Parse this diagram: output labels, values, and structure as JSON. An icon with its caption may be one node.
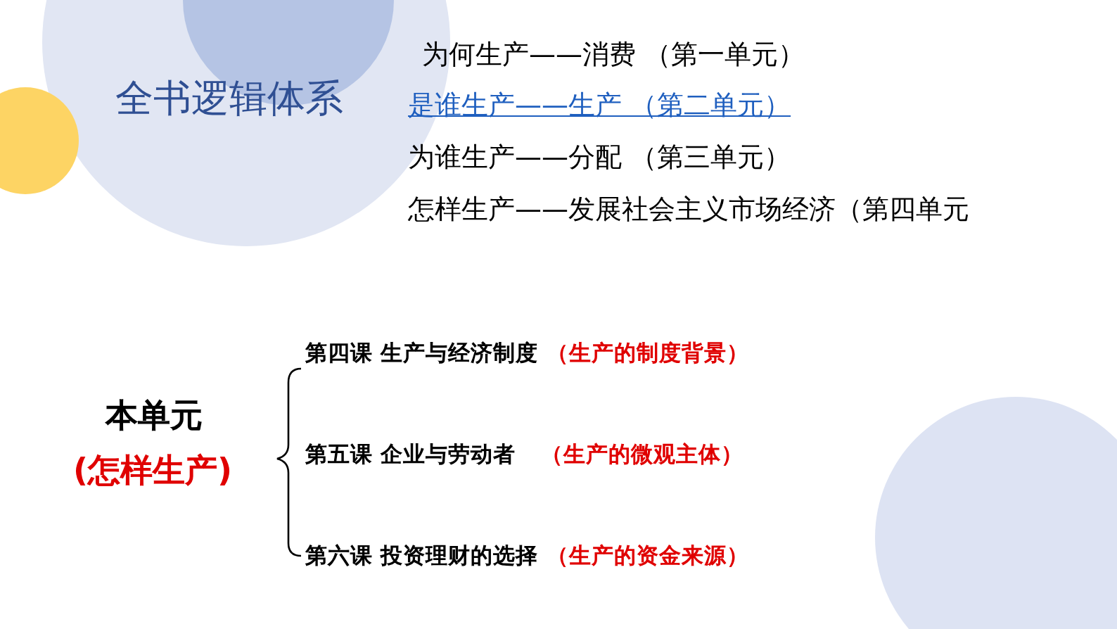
{
  "diagram": {
    "title": "全书逻辑体系",
    "labels": [
      "为何生产——消费 （第一单元）",
      "是谁生产——生产 （第二单元）",
      "为谁生产——分配 （第三单元）",
      "怎样生产——发展社会主义市场经济（第四单元",
      "本单元",
      "(怎样生产)",
      "第四课 生产与经济制度",
      "（生产的制度背景）",
      "第五课 企业与劳动者",
      "（生产的微观主体）",
      "第六课 投资理财的选择",
      "（生产的资金来源）"
    ]
  }
}
